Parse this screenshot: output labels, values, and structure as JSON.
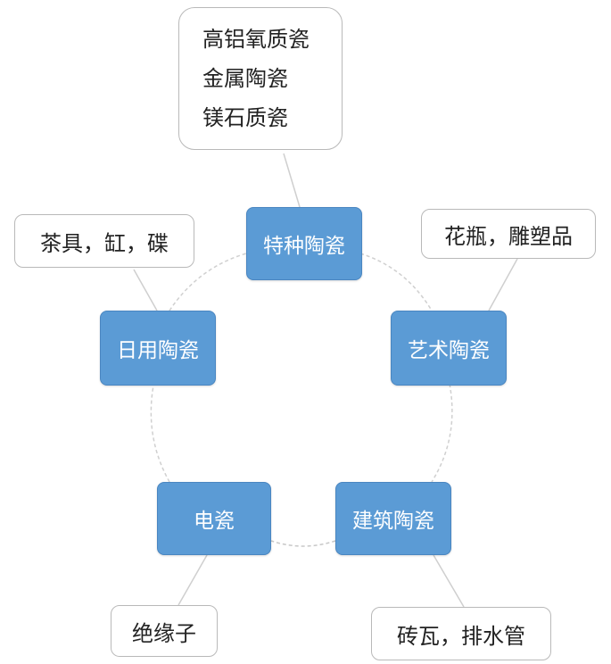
{
  "categories": {
    "special": "特种陶瓷",
    "art": "艺术陶瓷",
    "construction": "建筑陶瓷",
    "electric": "电瓷",
    "daily": "日用陶瓷"
  },
  "examples": {
    "special": [
      "高铝氧质瓷",
      "金属陶瓷",
      "镁石质瓷"
    ],
    "art": "花瓶，雕塑品",
    "construction": "砖瓦，排水管",
    "electric": "绝缘子",
    "daily": "茶具，缸，碟"
  },
  "colors": {
    "category_fill": "#5b9bd5",
    "category_text": "#ffffff",
    "note_border": "#b9b9b9",
    "connector": "#d0d0d0"
  }
}
